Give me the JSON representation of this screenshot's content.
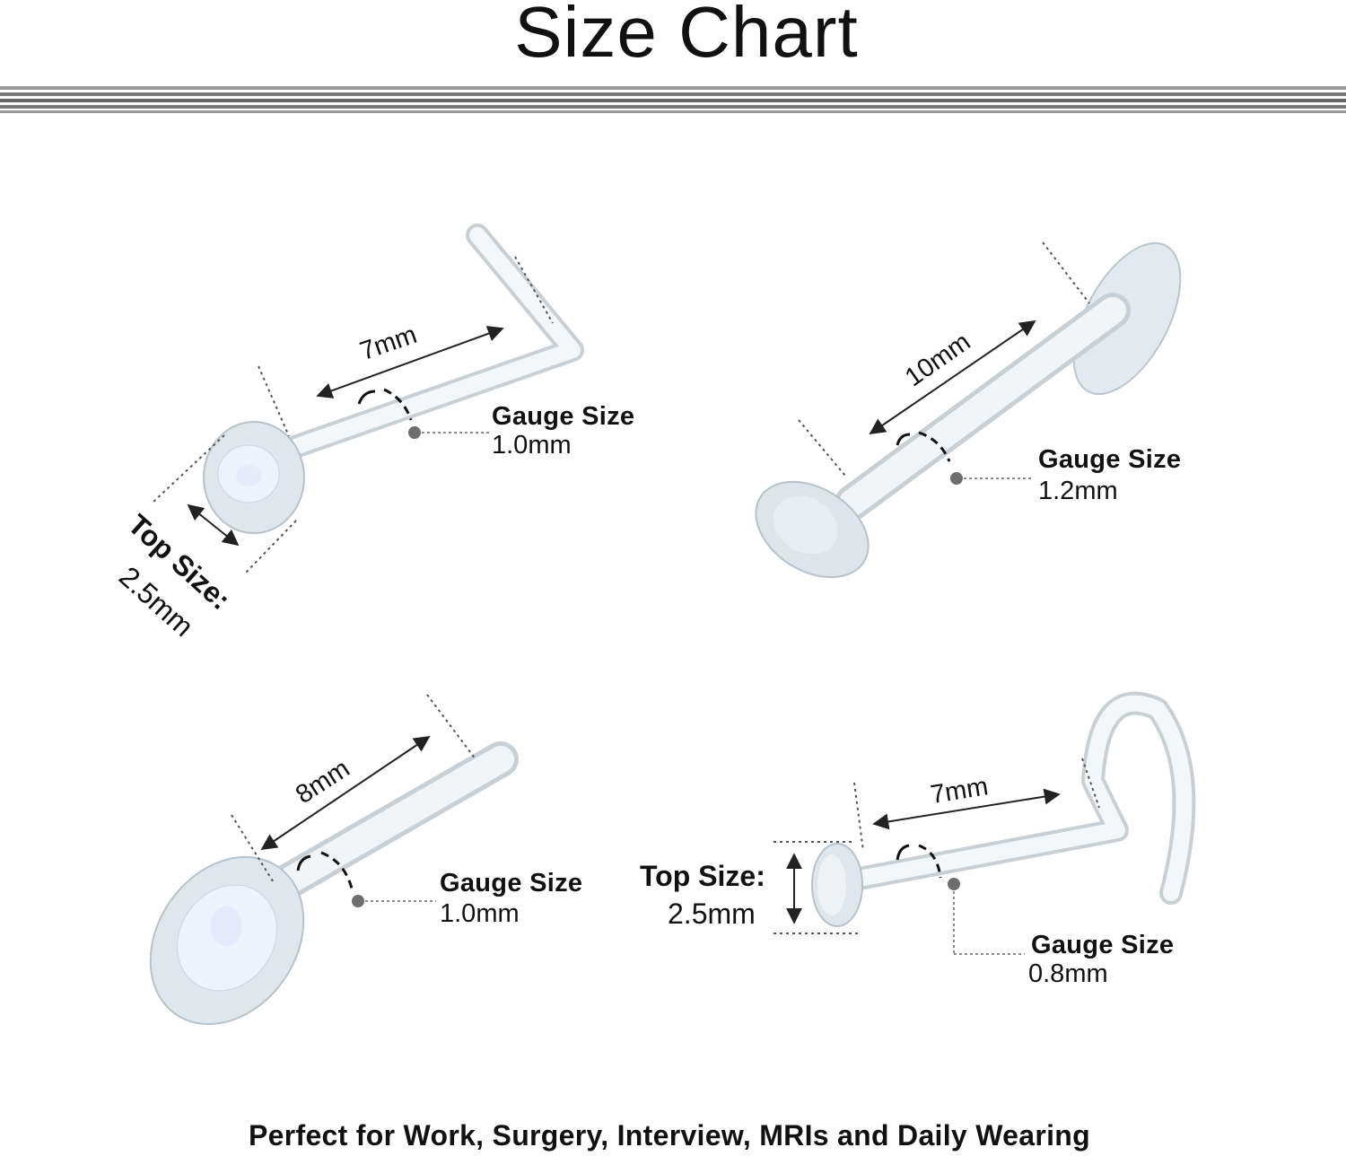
{
  "title": "Size Chart",
  "footer": "Perfect for Work, Surgery, Interview, MRIs and Daily Wearing",
  "items": [
    {
      "style": "L-shape",
      "length": "7mm",
      "gauge_label": "Gauge Size",
      "gauge": "1.0mm",
      "top_label": "Top Size:",
      "top": "2.5mm"
    },
    {
      "style": "bone",
      "length": "10mm",
      "gauge_label": "Gauge Size",
      "gauge": "1.2mm"
    },
    {
      "style": "straight",
      "length": "8mm",
      "gauge_label": "Gauge Size",
      "gauge": "1.0mm"
    },
    {
      "style": "screw",
      "length": "7mm",
      "gauge_label": "Gauge Size",
      "gauge": "0.8mm",
      "top_label": "Top Size:",
      "top": "2.5mm"
    }
  ],
  "colors": {
    "text": "#111111",
    "stud": "#dfe6ec",
    "dot": "#6e6e6e",
    "rule": "#777777"
  }
}
